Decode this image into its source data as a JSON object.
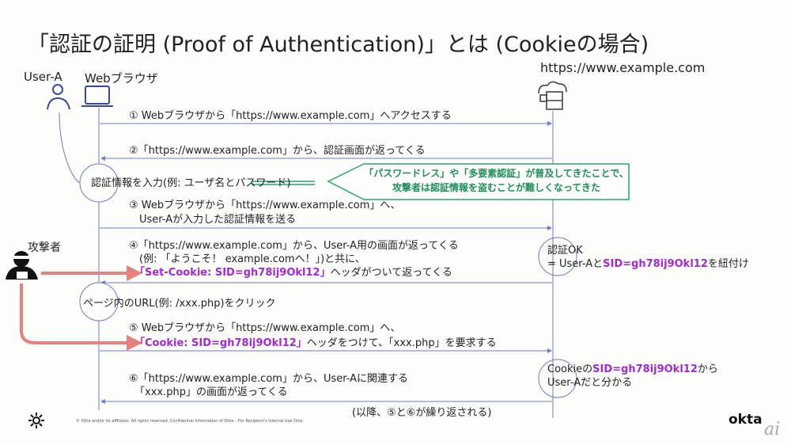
{
  "title": "「認証の証明 (Proof of Authentication)」とは (Cookieの場合)",
  "actors": {
    "user": "User-A",
    "browser": "Webブラウザ",
    "server": "https://www.example.com",
    "attacker": "攻撃者"
  },
  "steps": {
    "s1": "① Webブラウザから「https://www.example.com」へアクセスする",
    "s2": "②「https://www.example.com」から、認証画面が返ってくる",
    "input": "認証情報を入力(例: ユーザ名とパスワード)",
    "s3a": "③ Webブラウザから「https://www.example.com」へ、",
    "s3b": "User-Aが入力した認証情報を送る",
    "s4a": "④「https://www.example.com」から、User-A用の画面が返ってくる",
    "s4b": "(例: 「ようこそ！ example.comへ！」)と共に、",
    "s4c_hl": "「Set-Cookie: SID=gh78ij9Okl12」",
    "s4c": "ヘッダがついて返ってくる",
    "click": "ページ内のURL(例: /xxx.php)をクリック",
    "s5a": "⑤ Webブラウザから「https://www.example.com」へ、",
    "s5b_hl": "「Cookie: SID=gh78ij9Okl12」",
    "s5b": "ヘッダをつけて、「xxx.php」を要求する",
    "s6a": "⑥「https://www.example.com」から、User-Aに関連する",
    "s6b": "「xxx.php」の画面が返ってくる",
    "repeat": "(以降、⑤と⑥が繰り返される)"
  },
  "server_notes": {
    "auth_ok": "認証OK",
    "bind_a": "= User-Aと",
    "bind_hl": "SID=gh78ij9Okl12",
    "bind_b": "を紐付け",
    "cookie_a": "Cookieの",
    "cookie_hl": "SID=gh78ij9Okl12",
    "cookie_b": "から",
    "cookie_c": "User-Aだと分かる"
  },
  "callout": {
    "line1": "「パスワードレス」や「多要素認証」が普及してきたことで、",
    "line2": "攻撃者は認証情報を盗むことが難しくなってきた"
  },
  "footer": {
    "copyright": "© Okta and/or its affiliates. All rights reserved. Confidential Information of Okta – For Recipient's Internal Use Only.",
    "brand": "okta",
    "watermark": "ai"
  },
  "colors": {
    "line": "#6f7cc4",
    "green": "#2aa56e",
    "purple": "#a12ad0",
    "red": "#e98080"
  }
}
